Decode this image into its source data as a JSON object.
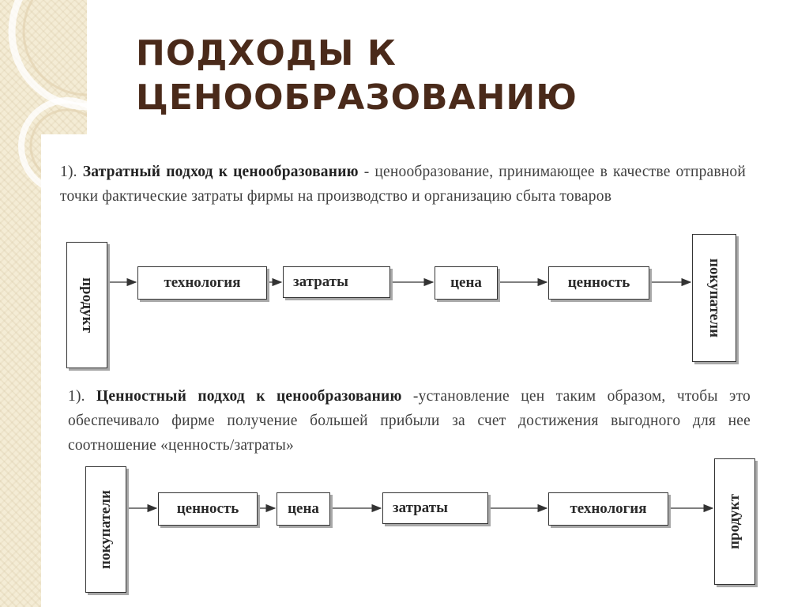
{
  "title": {
    "line1": "ПОДХОДЫ К",
    "line2": "ЦЕНООБРАЗОВАНИЮ"
  },
  "section1": {
    "number": "1).",
    "term": "Затратный подход к ценообразованию",
    "definition": " - ценообразование, принимающее в качестве отправной точки фактические затраты фирмы на производство и организацию сбыта товаров",
    "flow": [
      "продукт",
      "технология",
      "затраты",
      "цена",
      "ценность",
      "покупатели"
    ]
  },
  "section2": {
    "number": "1).",
    "term": "Ценностный подход к ценообразованию",
    "definition": " -установление цен таким образом, чтобы это обеспечивало фирме получение большей прибыли за счет достижения выгодного для нее соотношение «ценность/затраты»",
    "flow": [
      "покупатели",
      "ценность",
      "цена",
      "затраты",
      "технология",
      "продукт"
    ]
  }
}
